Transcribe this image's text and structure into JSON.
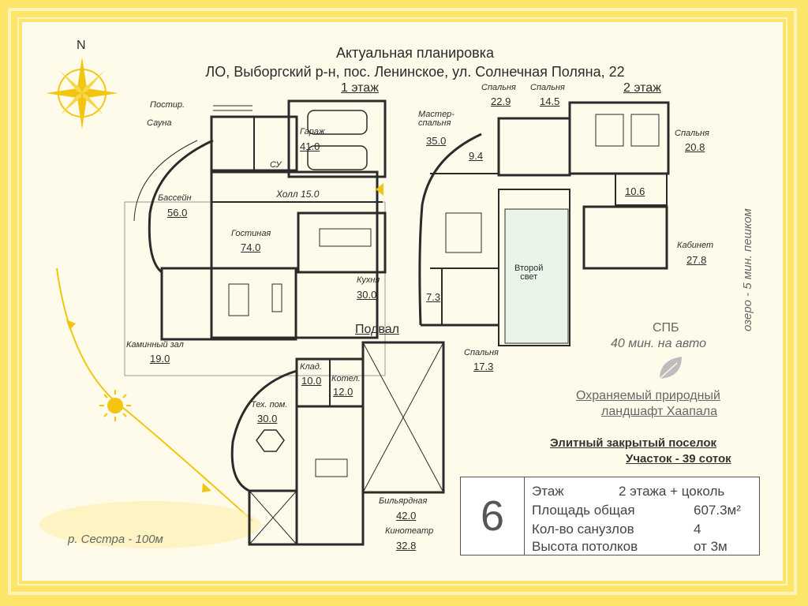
{
  "header": {
    "title": "Актуальная планировка",
    "address": "ЛО, Выборгский р-н, пос. Ленинское, ул. Солнечная Поляна, 22"
  },
  "compass_label": "N",
  "floors": {
    "first": "1 этаж",
    "second": "2 этаж",
    "basement": "Подвал"
  },
  "rooms_first": {
    "postir": "Постир.",
    "sauna": "Сауна",
    "su": "СУ",
    "garage": "Гараж",
    "garage_area": "41.0",
    "pool": "Бассейн",
    "pool_area": "56.0",
    "hall": "Холл 15.0",
    "living": "Гостиная",
    "living_area": "74.0",
    "kitchen": "Кухня",
    "kitchen_area": "30.0",
    "fireplace": "Каминный зал",
    "fireplace_area": "19.0"
  },
  "rooms_second": {
    "master": "Мастер-\nспальня",
    "master_area": "35.0",
    "bath1": "9.4",
    "bed1": "Спальня",
    "bed1_area": "22.9",
    "bed2": "Спальня",
    "bed2_area": "14.5",
    "bed3": "Спальня",
    "bed3_area": "20.8",
    "bath2": "10.6",
    "office": "Кабинет",
    "office_area": "27.8",
    "second_light": "Второй\nсвет",
    "small": "7.3",
    "bed4": "Спальня",
    "bed4_area": "17.3"
  },
  "rooms_basement": {
    "storage": "Клад.",
    "storage_area": "10.0",
    "boiler": "Котел.",
    "boiler_area": "12.0",
    "tech": "Тех. пом.",
    "tech_area": "30.0",
    "billiard": "Бильярдная",
    "billiard_area": "42.0",
    "cinema": "Кинотеатр",
    "cinema_area": "32.8"
  },
  "side": {
    "lake": "озеро - 5 мин. пешком",
    "spb": "СПБ",
    "spb_time": "40 мин. на авто",
    "landscape_l1": "Охраняемый природный",
    "landscape_l2": "ландшафт Хаапала",
    "village": "Элитный закрытый поселок",
    "plot": "Участок - 39 соток",
    "river": "р. Сестра - 100м"
  },
  "info": {
    "number": "6",
    "rows": [
      {
        "label": "Этаж",
        "value": "2 этажа + цоколь"
      },
      {
        "label": "Площадь общая",
        "value": "607.3м²"
      },
      {
        "label": "Кол-во санузлов",
        "value": "4"
      },
      {
        "label": "Высота потолков",
        "value": "от 3м"
      }
    ]
  },
  "colors": {
    "frame": "#fde56a",
    "paper": "#fffbea",
    "wall": "#2b2b2b",
    "sun": "#f2c511",
    "leaf": "#bdbdbd"
  }
}
